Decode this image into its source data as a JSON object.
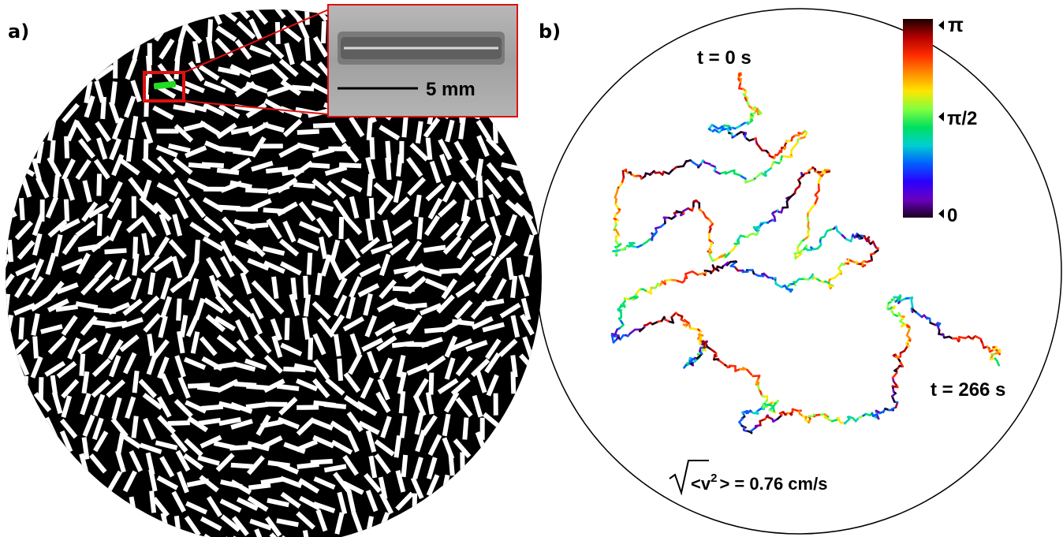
{
  "figure": {
    "panel_a": {
      "label": "a)",
      "inset": {
        "scale_bar_label": "5 mm"
      }
    },
    "panel_b": {
      "label": "b)",
      "t_start": "t = 0 s",
      "t_end": "t = 266 s",
      "velocity_rms": {
        "lhs": "<v",
        "exponent": "2",
        "rhs": "> = 0.76 cm/s"
      },
      "colorbar": {
        "tick_labels": [
          "π",
          "π/2",
          "0"
        ],
        "colors": [
          "#1a0000",
          "#b30000",
          "#ff2a00",
          "#ff8c00",
          "#ffe600",
          "#80ff40",
          "#00e060",
          "#00d0d0",
          "#0060ff",
          "#2a00ff",
          "#6a00c0",
          "#1a0020"
        ]
      }
    },
    "colors": {
      "rods": "#ffffff",
      "container": "#000000",
      "highlight_rod": "#22dd22",
      "highlight_box": "#e01010",
      "trajectory_palette": [
        "#b30000",
        "#ff2a00",
        "#ff8c00",
        "#ffe600",
        "#80ff40",
        "#00e060",
        "#00d0d0",
        "#0060ff",
        "#6a00c0",
        "#1a0020"
      ]
    }
  }
}
